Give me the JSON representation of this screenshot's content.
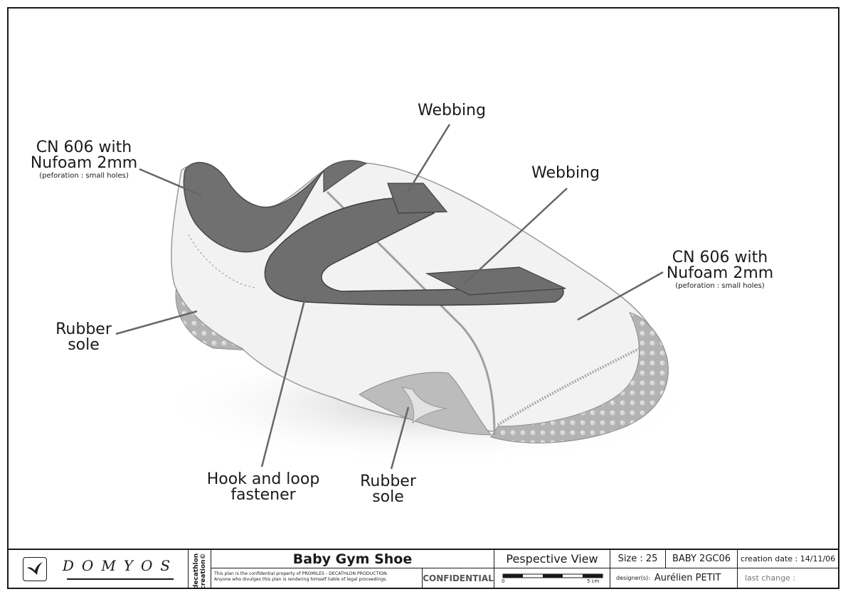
{
  "drawing": {
    "title": "Baby Gym Shoe",
    "labels": {
      "webbing_top": "Webbing",
      "webbing_right": "Webbing",
      "cn606_left_main_1": "CN 606 with",
      "cn606_left_main_2": "Nufoam 2mm",
      "cn606_left_sub": "(peforation : small holes)",
      "cn606_right_main_1": "CN 606 with",
      "cn606_right_main_2": "Nufoam 2mm",
      "cn606_right_sub": "(peforation : small holes)",
      "rubber_left_1": "Rubber",
      "rubber_left_2": "sole",
      "rubber_bottom_1": "Rubber",
      "rubber_bottom_2": "sole",
      "hook_1": "Hook and loop",
      "hook_2": "fastener"
    }
  },
  "title_block": {
    "brand": "DOMYOS",
    "vertical_brand_1": "decathlon",
    "vertical_brand_2": "creation©",
    "product_name": "Baby Gym Shoe",
    "disclaimer_1": "This plan is the confidential property of PROMILES - DECATHLON PRODUCTION.",
    "disclaimer_2": "Anyone who divulges this plan is rendering himself liable of legal proceedings.",
    "confidential": "CONFIDENTIAL",
    "view": "Pespective View",
    "scale_start": "0",
    "scale_end": "5 cm",
    "size": "Size : 25",
    "reference": "BABY 2GC06",
    "creation_date": "creation date : 14/11/06",
    "designer_label": "designer(s):",
    "designer_name": "Aurélien PETIT",
    "last_change": "last change :"
  },
  "colors": {
    "ink": "#1a1a1a",
    "webbing": "#6b6b6b",
    "rubber": "#b0b0b0",
    "upper": "#f1f1f1",
    "leader": "#666666"
  }
}
